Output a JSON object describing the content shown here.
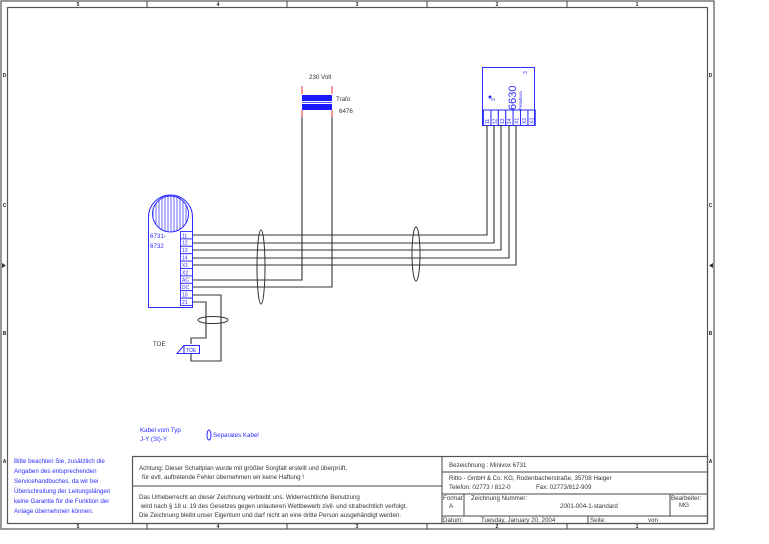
{
  "frame": {
    "columns": [
      "5",
      "4",
      "3",
      "2",
      "1"
    ],
    "rows": [
      "D",
      "C",
      "B",
      "A"
    ]
  },
  "transformer": {
    "voltage": "230 Volt",
    "name": "Trafo",
    "number": "6476"
  },
  "module_6630": {
    "number": "6630",
    "sub": "Peladosa",
    "mark": "3",
    "terminals": [
      "11",
      "12",
      "13",
      "14",
      "X1",
      "X2",
      "X3"
    ]
  },
  "speaker_unit": {
    "model_line1": "6731-",
    "model_line2": "6732",
    "terminals": [
      "11",
      "12",
      "13",
      "14",
      "X1",
      "X2",
      "AC",
      "DC",
      "10",
      "21"
    ]
  },
  "toe": {
    "label": "TOE",
    "box": "TOE"
  },
  "legend": {
    "cable_line1": "Kabel vom Typ",
    "cable_line2": "J-Y (St)-Y",
    "separate": "Separates Kabel"
  },
  "note": [
    "Bitte beachten Sie, zusätzlich die",
    "Angaben des entsprechenden",
    "Servicehandbuches, da wir bei",
    "Überschreitung der Leitungslängen",
    "keine Garantie für die Funktion der",
    "Anlage übernehmen können."
  ],
  "title_block": {
    "warning_line1": "Achtung: Dieser Schaltplan wurde mit größter Sorgfalt erstellt und überprüft,",
    "warning_line2": "für evtl. auftretende Fehler übernehmen wir keine Haftung !",
    "copyright_line1": "Das Urheberrecht an dieser Zeichnung verbleibt uns. Widerrechtliche Benutzung",
    "copyright_line2": " wird nach § 18 u. 19 des Gesetzes gegen unlauteren Wettbewerb zivil- und strafrechtlich verfolgt.",
    "copyright_line3": "Die Zeichnung bleibt unser Eigentum und darf nicht an eine dritte Person ausgehändigt werden.",
    "bezeichnung": "Bezeichnung : Minivox 6731",
    "company_line1": "Ritto -  GmbH & Co. KG, Rodenbacherstraße, 35708 Haiger",
    "company_telefon": "Telefon: 02773 / 812-0",
    "company_fax": "Fax: 02773/812-909",
    "format_label": "Format",
    "format_value": "A",
    "zeichnung_label": "Zeichnung Nummer:",
    "zeichnung_value": "2001-004-1-standard",
    "bearbeiter_label": "Bearbeiter:",
    "bearbeiter_value": "MG",
    "datum_label": "Datum:",
    "datum_value": "Tuesday, January 20, 2004",
    "seite_label": "Seite:",
    "von_label": "von"
  }
}
